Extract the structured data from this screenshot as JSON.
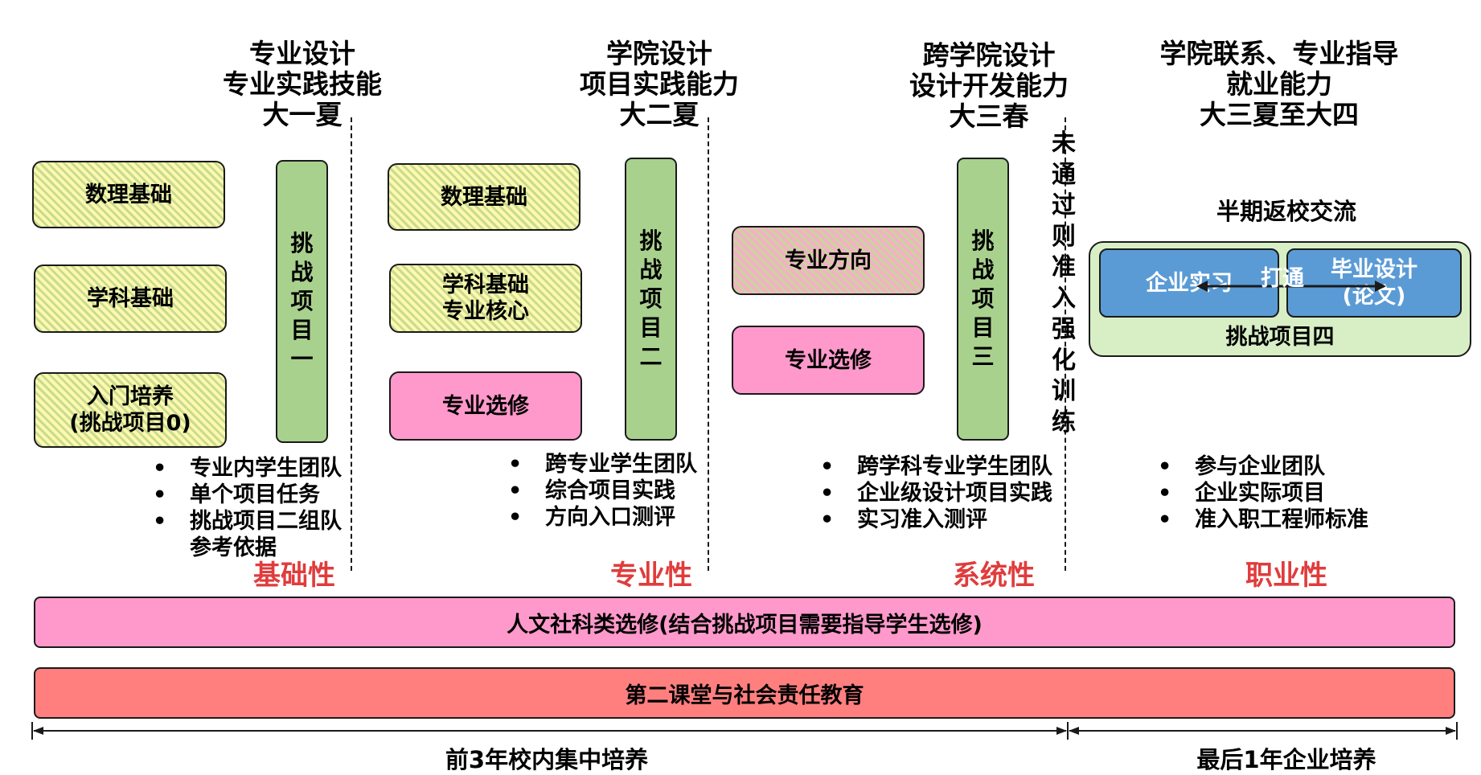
{
  "stages": [
    {
      "header": [
        "专业设计",
        "专业实践技能",
        "大一夏"
      ],
      "nature": "基础性"
    },
    {
      "header": [
        "学院设计",
        "项目实践能力",
        "大二夏"
      ],
      "nature": "专业性"
    },
    {
      "header": [
        "跨学院设计",
        "设计开发能力",
        "大三春"
      ],
      "nature": "系统性"
    },
    {
      "header": [
        "学院联系、专业指导",
        "就业能力",
        "大三夏至大四"
      ],
      "nature": "职业性"
    }
  ],
  "stage1": {
    "boxes": [
      "数理基础",
      "学科基础",
      "入门培养",
      "(挑战项目0)"
    ],
    "challenge": [
      "挑",
      "战",
      "项",
      "目",
      "一"
    ],
    "bullets": [
      "专业内学生团队",
      "单个项目任务",
      "挑战项目二组队",
      "参考依据"
    ]
  },
  "stage2": {
    "boxes": [
      "数理基础",
      "学科基础",
      "专业核心",
      "专业选修"
    ],
    "challenge": [
      "挑",
      "战",
      "项",
      "目",
      "二"
    ],
    "bullets": [
      "跨专业学生团队",
      "综合项目实践",
      "方向入口测评"
    ]
  },
  "stage3": {
    "boxes": [
      "专业方向",
      "专业选修"
    ],
    "challenge": [
      "挑",
      "战",
      "项",
      "目",
      "三"
    ],
    "bullets": [
      "跨学科专业学生团队",
      "企业级设计项目实践",
      "实习准入测评"
    ]
  },
  "gate_text": [
    "未",
    "通",
    "过",
    "则",
    "准",
    "入",
    "强",
    "化",
    "训",
    "练"
  ],
  "stage4": {
    "exchange": "半期返校交流",
    "internship": "企业实习",
    "connect": "打通",
    "thesis": [
      "毕业设计",
      "(论文)"
    ],
    "challenge": "挑战项目四",
    "bullets": [
      "参与企业团队",
      "企业实际项目",
      "准入职工程师标准"
    ]
  },
  "bullet_symbol": "•",
  "bars": {
    "humanities": "人文社科类选修(结合挑战项目需要指导学生选修)",
    "second_class": "第二课堂与社会责任教育"
  },
  "timeline": {
    "campus": "前3年校内集中培养",
    "enterprise": "最后1年企业培养"
  },
  "colors": {
    "hatch_yellow": "#fff8ad",
    "hatch_green": "#c6dc92",
    "elective_pink": "#ff99cc",
    "challenge_green": "#a9d18e",
    "internship_blue": "#5b9bd5",
    "stage4_bg": "#d8efc6",
    "second_class_red": "#ff7f7f",
    "nature_red": "#e03c3c"
  }
}
